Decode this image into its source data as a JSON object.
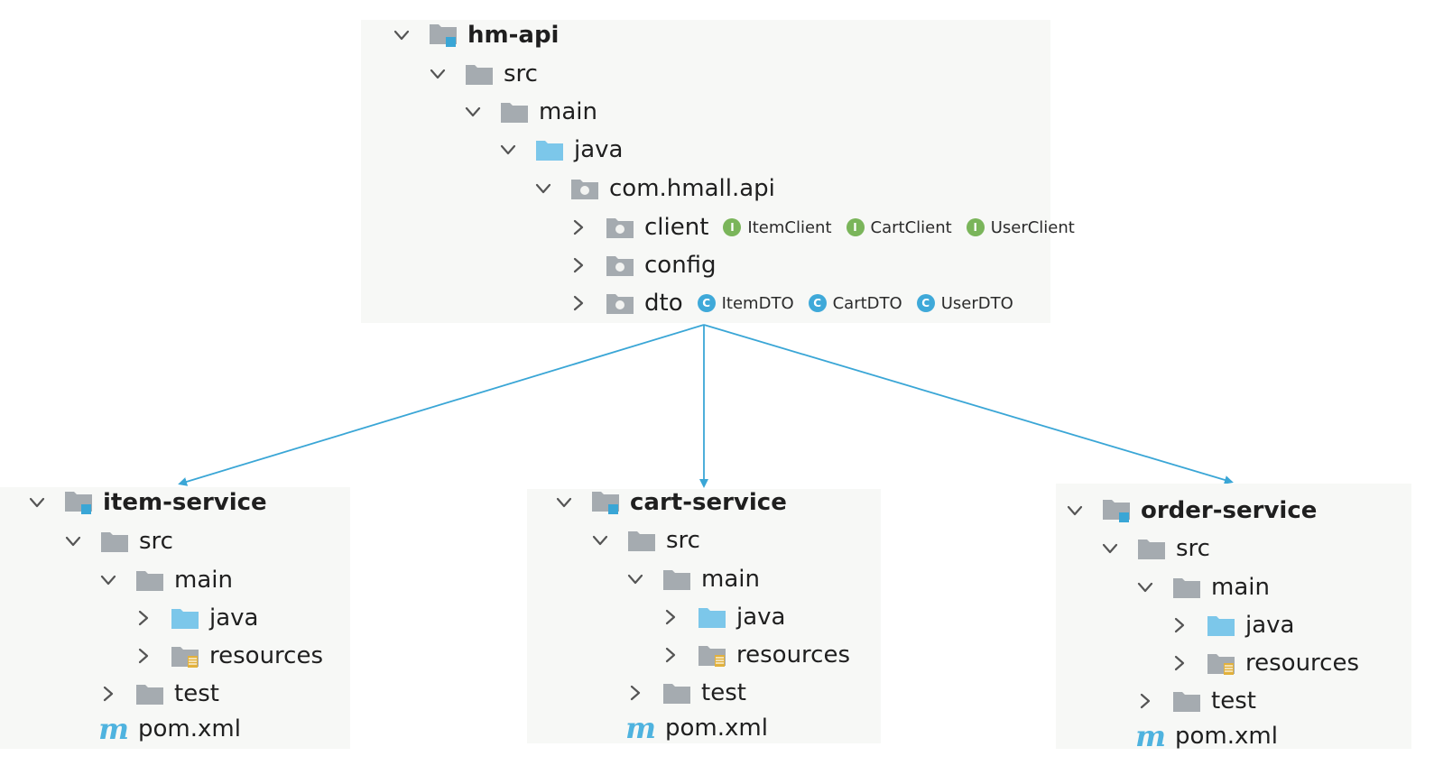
{
  "api_module": {
    "name": "hm-api",
    "src": "src",
    "main": "main",
    "java": "java",
    "package": "com.hmall.api",
    "client": {
      "label": "client",
      "items": [
        "ItemClient",
        "CartClient",
        "UserClient"
      ],
      "badge": "I"
    },
    "config": "config",
    "dto": {
      "label": "dto",
      "items": [
        "ItemDTO",
        "CartDTO",
        "UserDTO"
      ],
      "badge": "C"
    }
  },
  "services": [
    {
      "name": "item-service",
      "src": "src",
      "main": "main",
      "java": "java",
      "resources": "resources",
      "test": "test",
      "pom": "pom.xml",
      "pom_icon": "m"
    },
    {
      "name": "cart-service",
      "src": "src",
      "main": "main",
      "java": "java",
      "resources": "resources",
      "test": "test",
      "pom": "pom.xml",
      "pom_icon": "m"
    },
    {
      "name": "order-service",
      "src": "src",
      "main": "main",
      "java": "java",
      "resources": "resources",
      "test": "test",
      "pom": "pom.xml",
      "pom_icon": "m"
    }
  ],
  "icons": {
    "expanded": "chevron-down-icon",
    "collapsed": "chevron-right-icon",
    "module": "module-folder-icon",
    "folder": "folder-icon",
    "source_root": "source-folder-icon",
    "package": "package-icon",
    "resources": "resources-folder-icon",
    "maven": "maven-icon",
    "interface": "interface-icon",
    "class": "class-icon"
  },
  "colors": {
    "arrow": "#3aa6d6",
    "folder_gray": "#a5abb0",
    "folder_blue": "#7cc7ea",
    "module_marker": "#3aa6d6",
    "interface_badge": "#7ab55a",
    "class_badge": "#3fa9d9",
    "maven": "#4fb3df",
    "resource_marker": "#e2b13c"
  }
}
